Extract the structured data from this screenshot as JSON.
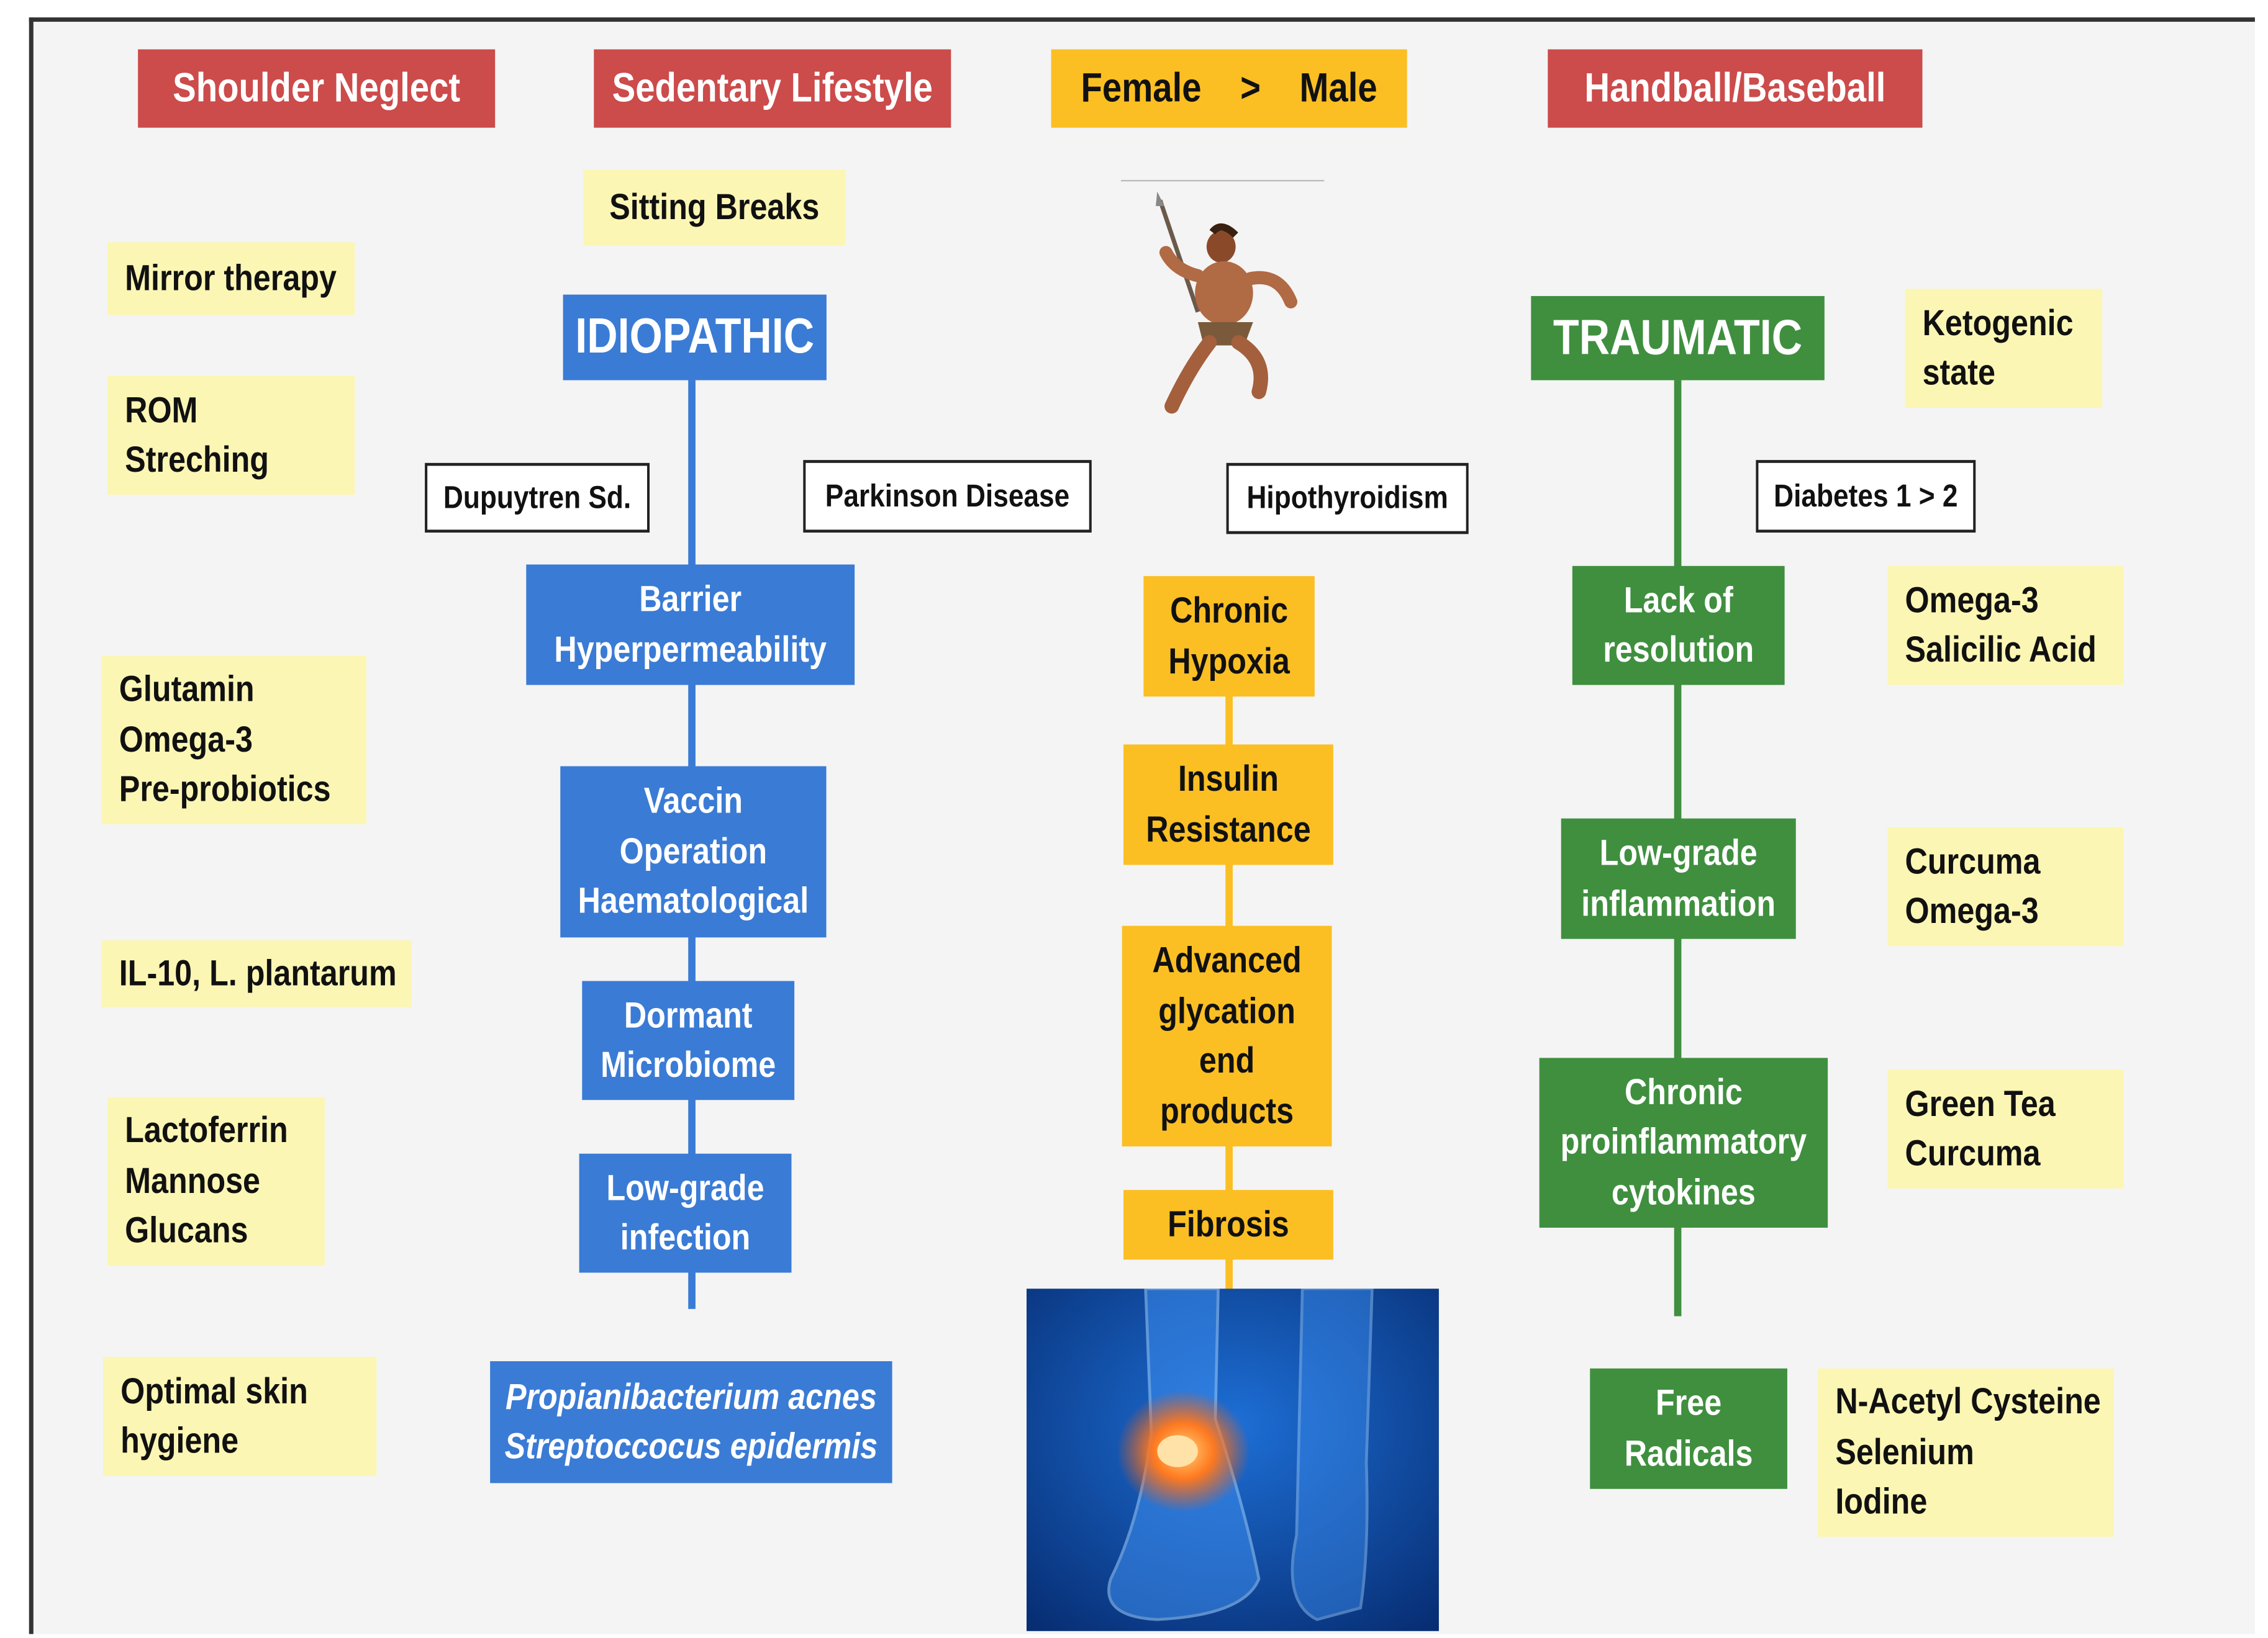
{
  "top_factors": {
    "shoulder_neglect": "Shoulder Neglect",
    "sedentary": "Sedentary Lifestyle",
    "gender": "Female    >    Male",
    "sport": "Handball/Baseball"
  },
  "left_notes": {
    "sitting_breaks": "Sitting Breaks",
    "mirror": "Mirror therapy",
    "rom": "ROM\nStreching",
    "glutamin": "Glutamin\nOmega-3\nPre-probiotics",
    "il10": "IL-10, L. plantarum",
    "lactoferrin": "Lactoferrin\nMannose\nGlucans",
    "skin": "Optimal skin\nhygiene"
  },
  "comorbidities": {
    "dupuytren": "Dupuytren Sd.",
    "parkinson": "Parkinson Disease",
    "hypothyroid": "Hipothyroidism",
    "diabetes": "Diabetes 1 > 2"
  },
  "idiopathic": {
    "header": "IDIOPATHIC",
    "steps": [
      "Barrier\nHyperpermeability",
      "Vaccin\nOperation\nHaematological",
      "Dormant\nMicrobiome",
      "Low-grade\ninfection"
    ],
    "pathogens": "Propianibacterium  acnes\nStreptoccocus epidermis"
  },
  "metabolic": {
    "steps": [
      "Chronic\nHypoxia",
      "Insulin\nResistance",
      "Advanced\nglycation\nend\nproducts",
      "Fibrosis"
    ]
  },
  "traumatic": {
    "header": "TRAUMATIC",
    "steps": [
      "Lack of\nresolution",
      "Low-grade\ninflammation",
      "Chronic\nproinflammatory\ncytokines",
      "Free\nRadicals"
    ]
  },
  "right_notes": {
    "ketogenic": "Ketogenic\nstate",
    "omega_salicilic": "Omega-3\nSalicilic Acid",
    "curcuma_omega": "Curcuma\nOmega-3",
    "green_tea": "Green Tea\nCurcuma",
    "nac": "N-Acetyl Cysteine\nSelenium\nIodine"
  },
  "colors": {
    "red": "#cc4b4b",
    "amber": "#fbbf24",
    "blue": "#3a7bd5",
    "green": "#3f8f3f",
    "note": "#fbf6b4"
  },
  "images": {
    "thrower": "ancient-thrower-figure",
    "foot": "inflamed-ankle-xray"
  }
}
